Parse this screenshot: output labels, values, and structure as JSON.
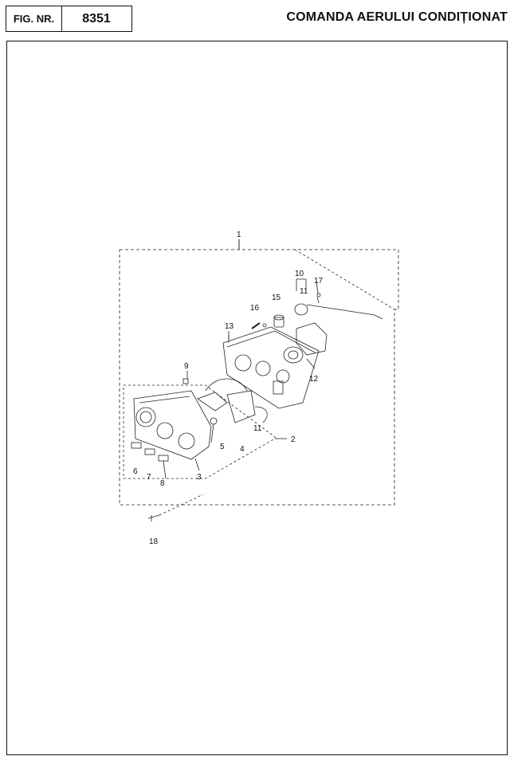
{
  "header": {
    "fig_label": "FIG. NR.",
    "fig_number": "8351",
    "title": "COMANDA AERULUI CONDIȚIONAT"
  },
  "diagram": {
    "callouts": [
      "1",
      "2",
      "3",
      "4",
      "5",
      "6",
      "7",
      "8",
      "9",
      "10",
      "11",
      "11",
      "12",
      "13",
      "15",
      "16",
      "17",
      "18"
    ]
  }
}
